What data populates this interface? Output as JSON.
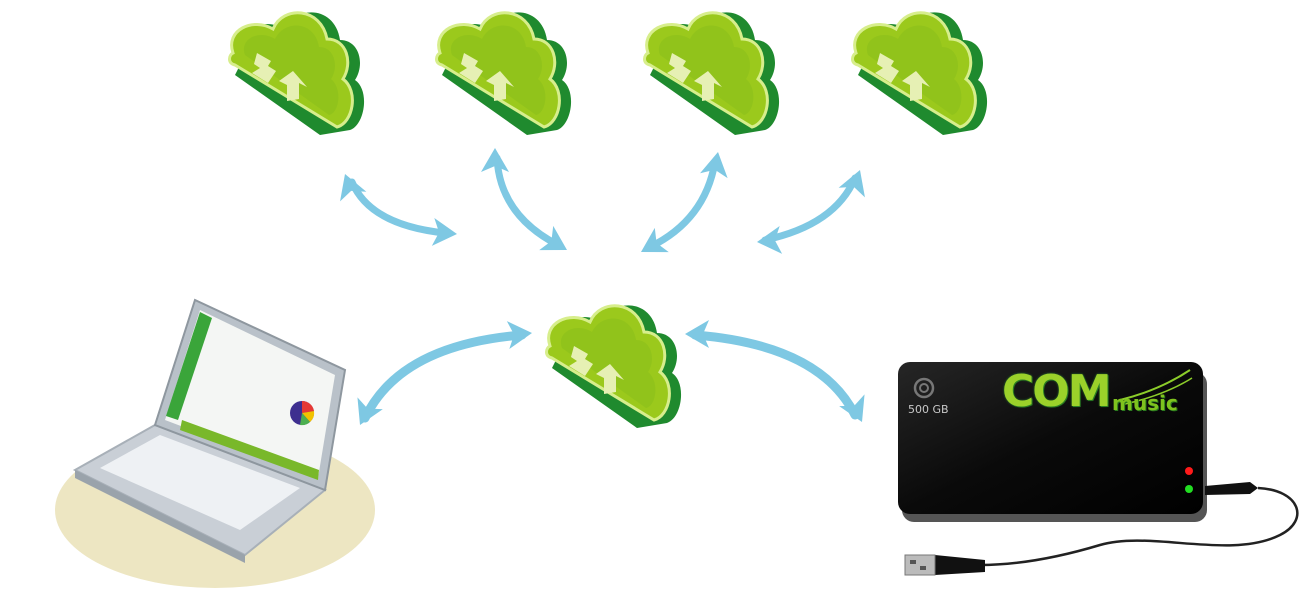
{
  "diagram": {
    "nodes": {
      "clouds_top": [
        "cloud-1",
        "cloud-2",
        "cloud-3",
        "cloud-4"
      ],
      "hub": "central-cloud",
      "devices": [
        "laptop",
        "external-hard-drive"
      ]
    },
    "hard_drive": {
      "capacity": "500 GB",
      "brand_main": "COM",
      "brand_sub": "music"
    },
    "icons": [
      "cloud-sync-icon",
      "double-arrow-icon",
      "laptop-icon",
      "hard-drive-icon",
      "usb-cable-icon"
    ],
    "colors": {
      "cloud_light": "#9bc91c",
      "cloud_dark": "#1f8a2e",
      "arrow": "#7ec8e3",
      "drive_body": "#111111",
      "led_red": "#ff1a1a",
      "led_green": "#22dd22"
    }
  }
}
